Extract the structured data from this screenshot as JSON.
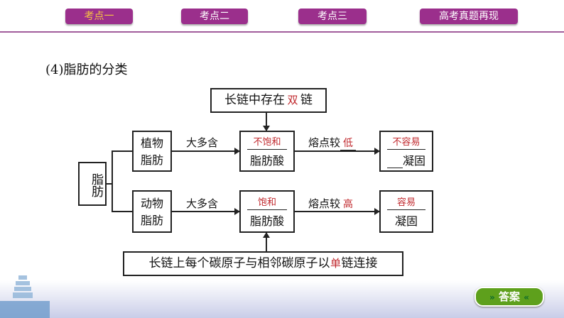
{
  "nav": {
    "tabs": [
      {
        "label": "考点一",
        "active": true
      },
      {
        "label": "考点二"
      },
      {
        "label": "考点三"
      },
      {
        "label": "高考真题再现"
      }
    ]
  },
  "section_title": "(4)脂肪的分类",
  "diagram": {
    "root": "脂肪",
    "top_box": {
      "prefix": "长链中存在",
      "answer": "双",
      "suffix": "链"
    },
    "bottom_box": {
      "prefix": "长链上每个碳原子与相邻碳原子以",
      "answer": "单",
      "suffix": "链连接"
    },
    "rows": [
      {
        "type": "植物脂肪",
        "link": "大多含",
        "acid_answer": "不饱和",
        "acid": "脂肪酸",
        "melt_prefix": "熔点较",
        "melt_answer": "低",
        "solid_answer": "不容易",
        "solid": "凝固"
      },
      {
        "type": "动物脂肪",
        "link": "大多含",
        "acid_answer": "饱和",
        "acid": "脂肪酸",
        "melt_prefix": "熔点较",
        "melt_answer": "高",
        "solid_answer": "容易",
        "solid": "凝固"
      }
    ]
  },
  "answer_button": "答案",
  "colors": {
    "accent": "#9b2f8c",
    "answer_red": "#c0282d",
    "button_green": "#5ea01c"
  }
}
